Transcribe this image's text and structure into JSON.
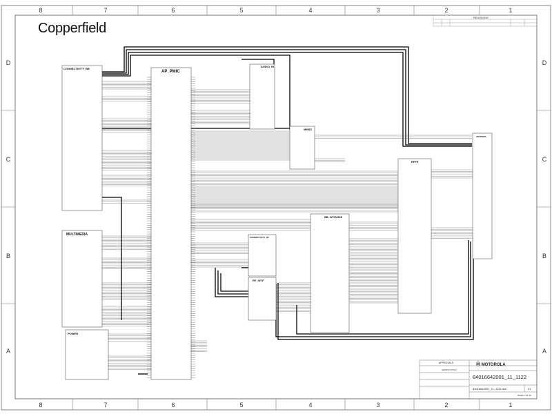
{
  "sheet": {
    "title": "Copperfield",
    "zones_top": [
      "8",
      "7",
      "6",
      "5",
      "4",
      "3",
      "2",
      "1"
    ],
    "zones_bottom": [
      "8",
      "7",
      "6",
      "5",
      "4",
      "3",
      "2",
      "1"
    ],
    "rows_left": [
      "D",
      "C",
      "B",
      "A"
    ],
    "rows_right": [
      "D",
      "C",
      "B",
      "A"
    ]
  },
  "blocks": {
    "connectivity": "CONNECTIVITY_BB",
    "ap_pmic": "AP_PMIC",
    "audio": "AUDIO_IN",
    "mmss": "MMSS",
    "multimedia": "MULTIMEDIA",
    "power": "POWER",
    "connectivity2": "CONNECTIVITY_RF",
    "rf_int": "RF_INTF",
    "bb_wtr": "BB_WTR2605",
    "rffe": "RFFE",
    "antenna": "ANTENNA"
  },
  "revisions": {
    "header": "REVISIONS"
  },
  "title_block": {
    "brand": "MOTOROLA",
    "doc_number": "84016642001_11_1122",
    "file_name": "84016642001_11_1122.dsn",
    "rev": "01",
    "page": "PAGE 1 OF 16",
    "approvals": "APPROVALS",
    "designer": "LENOVO (PCH)"
  }
}
